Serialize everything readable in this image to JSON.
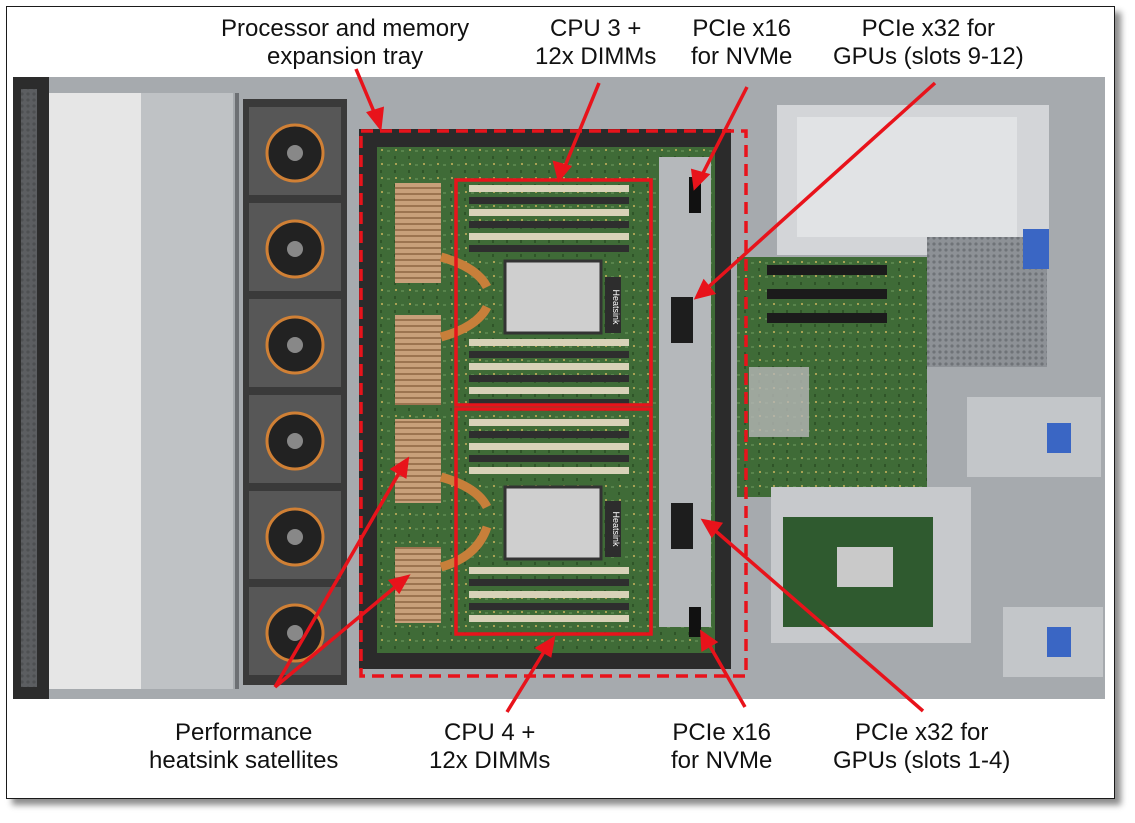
{
  "labels": {
    "tray": [
      "Processor and memory",
      "expansion tray"
    ],
    "cpu3": [
      "CPU 3 +",
      "12x DIMMs"
    ],
    "pcie16_top": [
      "PCIe x16",
      "for NVMe"
    ],
    "pcie32_top": [
      "PCIe x32 for",
      "GPUs (slots 9-12)"
    ],
    "heatsink": [
      "Performance",
      "heatsink satellites"
    ],
    "cpu4": [
      "CPU 4 +",
      "12x DIMMs"
    ],
    "pcie16_bottom": [
      "PCIe x16",
      "for NVMe"
    ],
    "pcie32_bottom": [
      "PCIe x32 for",
      "GPUs (slots 1-4)"
    ]
  },
  "component_labels": {
    "heatsink_top": "Heatsink",
    "heatsink_bottom": "Heatsink"
  },
  "colors": {
    "annotation": "#e8131b",
    "chassis": "#9a9ea3",
    "board": "#3d6a36",
    "copper": "#c08a58"
  }
}
